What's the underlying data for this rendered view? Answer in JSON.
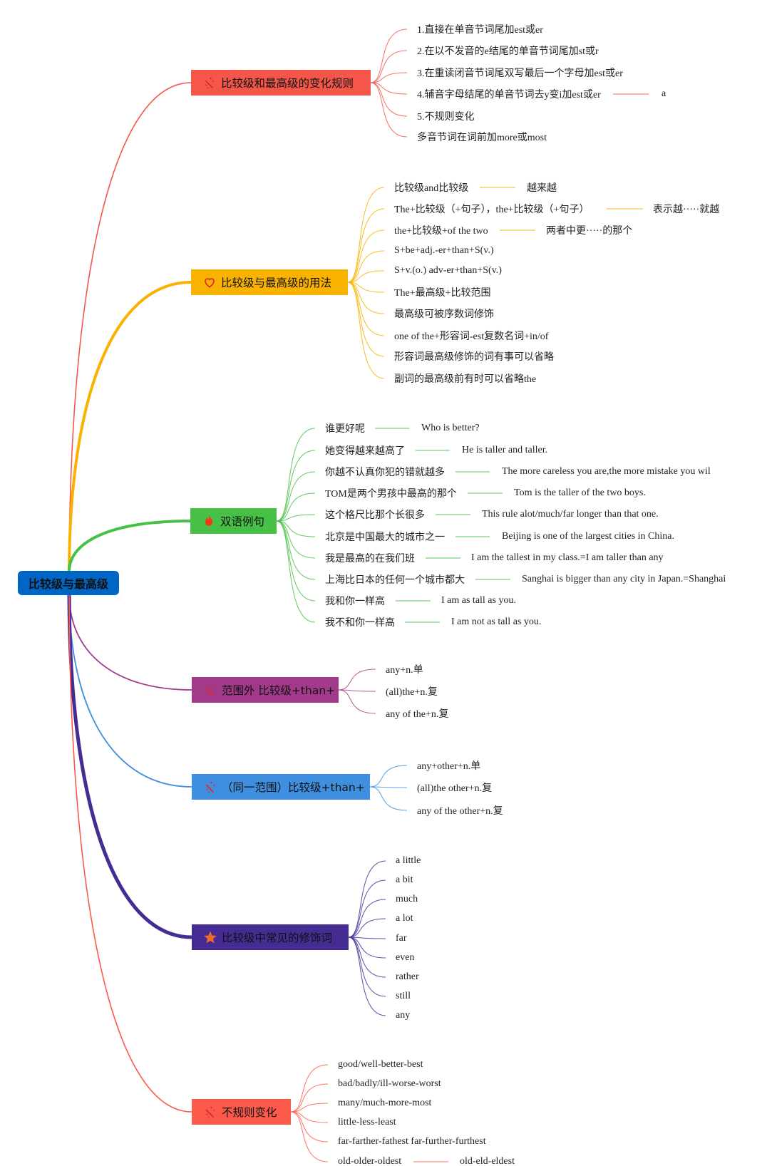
{
  "root": {
    "label": "比较级与最高级",
    "color": "#0066c5"
  },
  "branches": [
    {
      "label": "比较级和最高级的变化规则",
      "icon": "magic-wand-icon",
      "color": "#f4574a",
      "children": [
        {
          "text": "1.直接在单音节词尾加est或er"
        },
        {
          "text": "2.在以不发音的e结尾的单音节词尾加st或r"
        },
        {
          "text": "3.在重读闭音节词尾双写最后一个字母加est或er"
        },
        {
          "text": "4.辅音字母结尾的单音节词去y变i加est或er",
          "note": "a"
        },
        {
          "text": "5.不规则变化"
        },
        {
          "text": "多音节词在词前加more或most"
        }
      ]
    },
    {
      "label": "比较级与最高级的用法",
      "icon": "heart-icon",
      "color": "#f9b200",
      "children": [
        {
          "text": "比较级and比较级",
          "note": "越来越"
        },
        {
          "text": "The+比较级（+句子），the+比较级（+句子）",
          "note": "表示越·····就越"
        },
        {
          "text": "the+比较级+of the two",
          "note": "两者中更·····的那个"
        },
        {
          "text": "S+be+adj.-er+than+S(v.)"
        },
        {
          "text": "S+v.(o.)  adv-er+than+S(v.)"
        },
        {
          "text": "The+最高级+比较范围"
        },
        {
          "text": "最高级可被序数词修饰"
        },
        {
          "text": "one of the+形容词-est复数名词+in/of"
        },
        {
          "text": "形容词最高级修饰的词有事可以省略"
        },
        {
          "text": "副词的最高级前有时可以省略the"
        }
      ]
    },
    {
      "label": "双语例句",
      "icon": "fire-icon",
      "color": "#46c146",
      "children": [
        {
          "text": "谁更好呢",
          "note": "Who is better?"
        },
        {
          "text": "她变得越来越高了",
          "note": "He is taller and taller."
        },
        {
          "text": "你越不认真你犯的错就越多",
          "note": "The more careless you are,the more mistake you wil"
        },
        {
          "text": "TOM是两个男孩中最高的那个",
          "note": "Tom is the taller of the two boys."
        },
        {
          "text": "这个格尺比那个长很多",
          "note": "This rule alot/much/far longer than that one."
        },
        {
          "text": "北京是中国最大的城市之一",
          "note": "Beijing is one of the largest cities in China."
        },
        {
          "text": "我是最高的在我们班",
          "note": "I am the tallest in my class.=I am taller than any"
        },
        {
          "text": "上海比日本的任何一个城市都大",
          "note": "Sanghai is bigger than any city in Japan.=Shanghai"
        },
        {
          "text": "我和你一样高",
          "note": "I am as tall as you."
        },
        {
          "text": "我不和你一样高",
          "note": "I am not as tall as you."
        }
      ]
    },
    {
      "label": "范围外 比较级+than+",
      "icon": "magic-wand-icon",
      "color": "#a33a89",
      "children": [
        {
          "text": "any+n.单"
        },
        {
          "text": "(all)the+n.复"
        },
        {
          "text": "any of the+n.复"
        }
      ]
    },
    {
      "label": "（同一范围）比较级+than+",
      "icon": "magic-wand-icon",
      "color": "#3f8fe0",
      "children": [
        {
          "text": "any+other+n.单"
        },
        {
          "text": "(all)the other+n.复"
        },
        {
          "text": "any of the other+n.复"
        }
      ]
    },
    {
      "label": "比较级中常见的修饰词",
      "icon": "star-icon",
      "color": "#452c93",
      "children": [
        {
          "text": "a little"
        },
        {
          "text": "a bit"
        },
        {
          "text": "much"
        },
        {
          "text": "a lot"
        },
        {
          "text": "far"
        },
        {
          "text": "even"
        },
        {
          "text": "rather"
        },
        {
          "text": "still"
        },
        {
          "text": "any"
        }
      ]
    },
    {
      "label": "不规则变化",
      "icon": "magic-wand-icon",
      "color": "#fb5a4b",
      "children": [
        {
          "text": "good/well-better-best"
        },
        {
          "text": "bad/badly/ill-worse-worst"
        },
        {
          "text": "many/much-more-most"
        },
        {
          "text": "little-less-least"
        },
        {
          "text": "far-farther-fathest far-further-furthest"
        },
        {
          "text": "old-older-oldest",
          "note": "old-eld-eldest"
        }
      ]
    }
  ]
}
